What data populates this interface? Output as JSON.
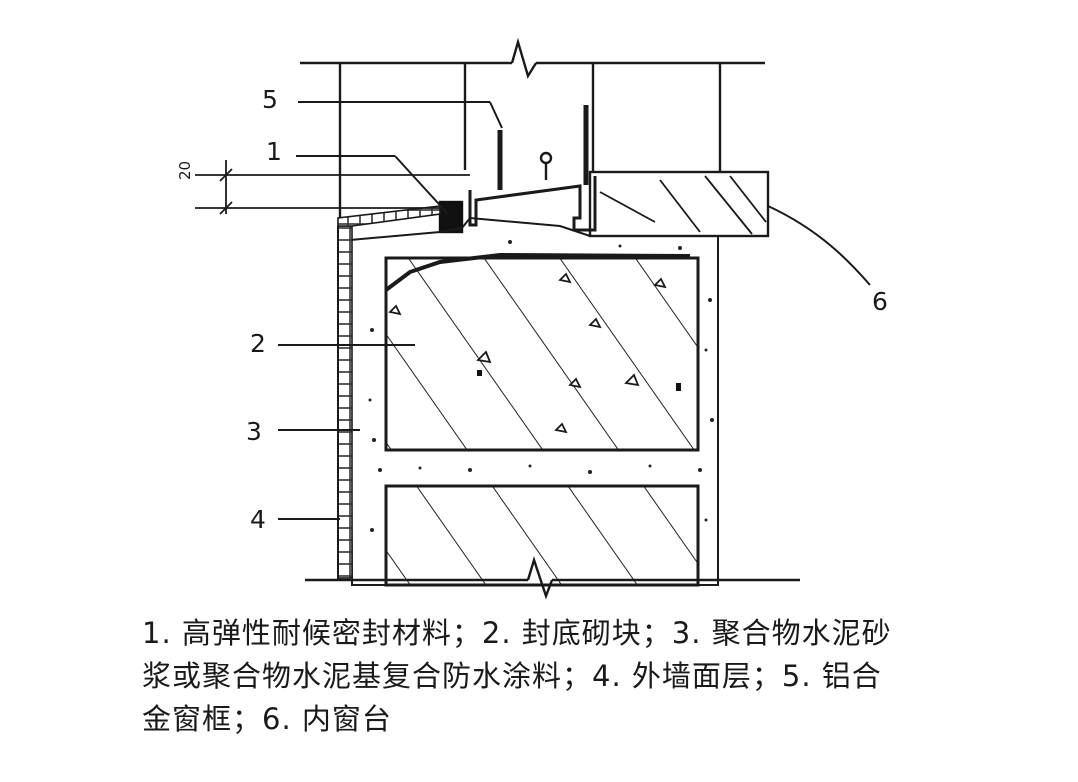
{
  "labels": {
    "l1": "1",
    "l2": "2",
    "l3": "3",
    "l4": "4",
    "l5": "5",
    "l6": "6",
    "dim": "20"
  },
  "caption": {
    "line1": "1. 高弹性耐候密封材料；2. 封底砌块；3. 聚合物水泥砂",
    "line2": "浆或聚合物水泥基复合防水涂料；4. 外墙面层；5. 铝合",
    "line3": "金窗框；6. 内窗台"
  }
}
